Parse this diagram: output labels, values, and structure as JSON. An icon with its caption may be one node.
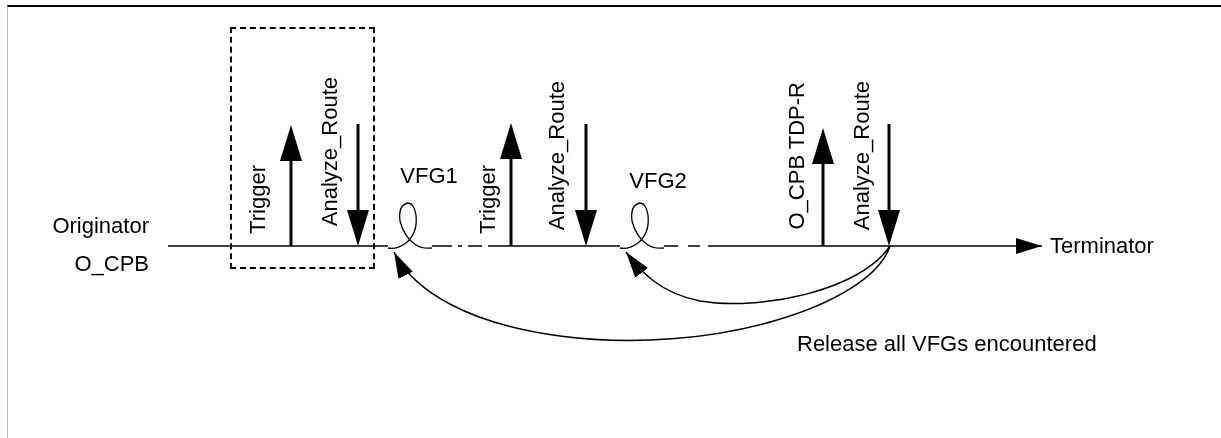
{
  "diagram": {
    "nodes": [
      {
        "text": [
          "Originator O_CPB"
        ]
      },
      {
        "text": [
          "VFG1"
        ]
      },
      {
        "text": [
          "VFG2"
        ]
      },
      {
        "text": [
          "Terminator"
        ]
      }
    ],
    "edges": [
      {
        "from": 0,
        "to": 1,
        "arrow": "none"
      },
      {
        "from": 1,
        "to": 2,
        "arrow": "none",
        "style": "dashed"
      },
      {
        "from": 2,
        "to": 3,
        "arrow": "to",
        "style": "dashed"
      },
      {
        "from": null,
        "to": 1,
        "arrow": "to"
      },
      {
        "from": null,
        "to": 2,
        "arrow": "to"
      }
    ],
    "labels": [
      "Trigger",
      "Analyze_Route",
      "Trigger",
      "Analyze_Route",
      "O_CPB TDP-R",
      "Analyze_Route",
      "Release all VFGs encountered"
    ]
  }
}
